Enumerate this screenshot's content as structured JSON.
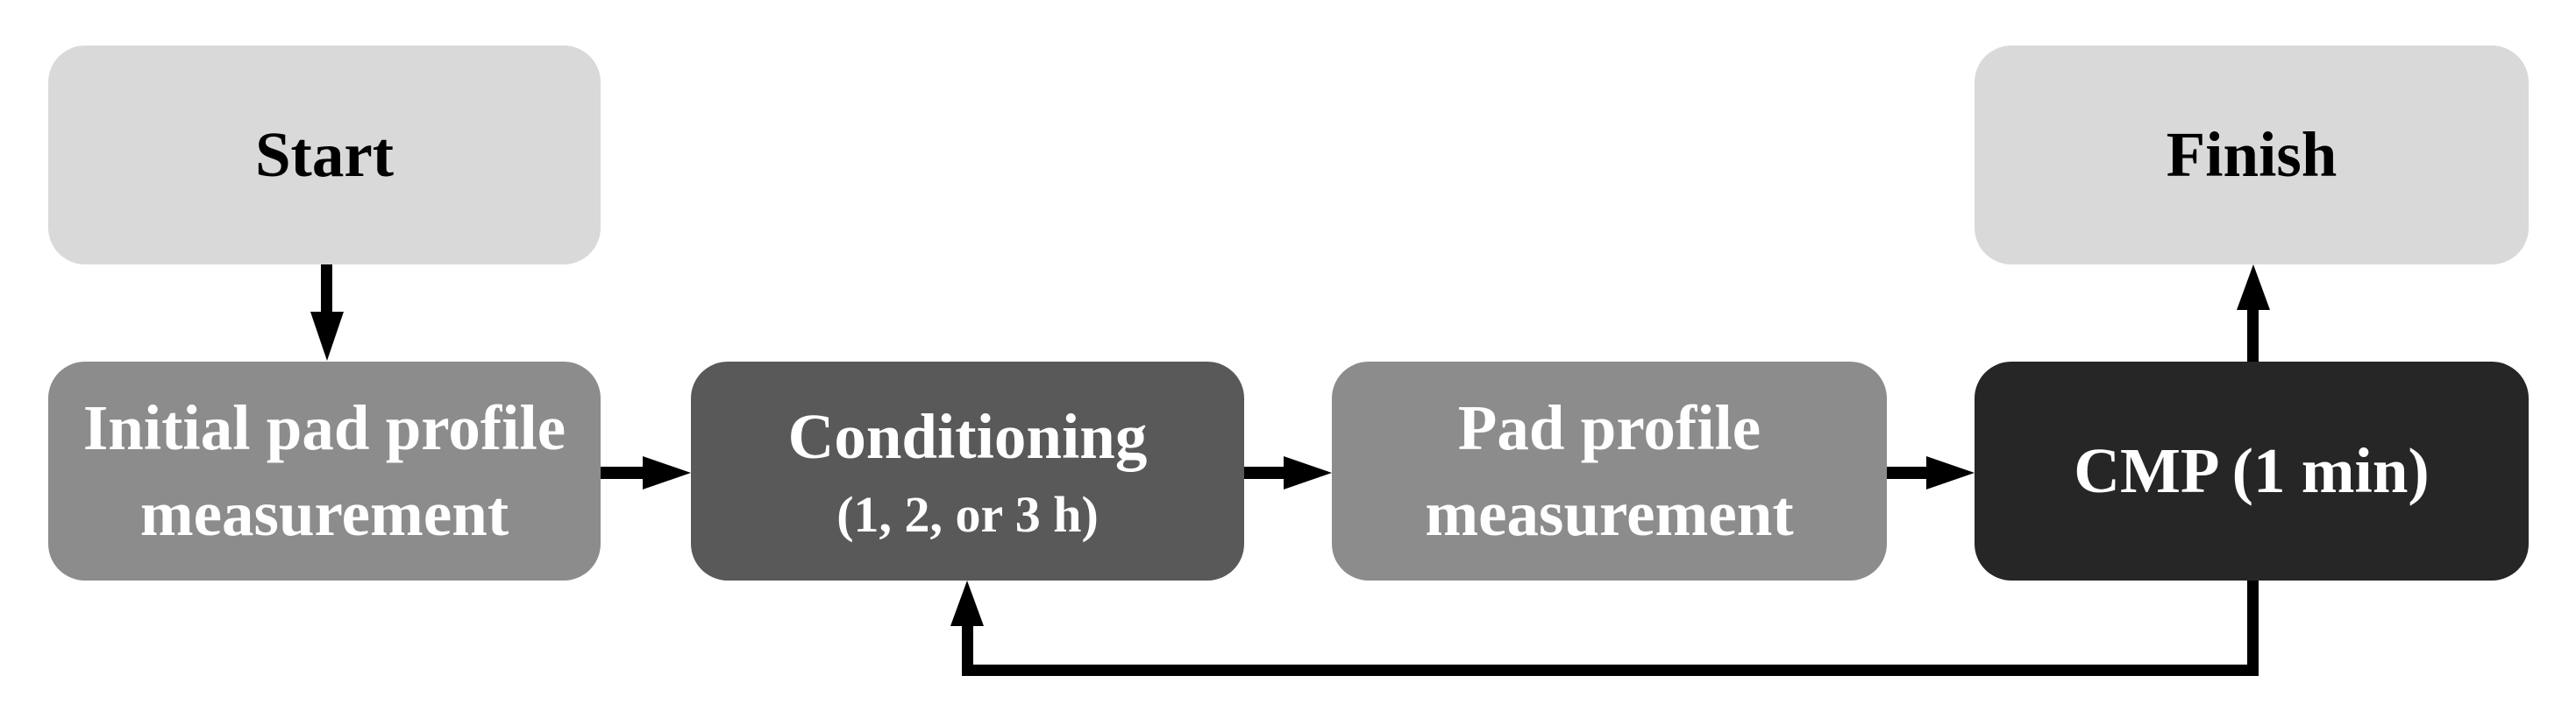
{
  "colors": {
    "background": "#ffffff",
    "terminal_fill": "#d9d9d9",
    "terminal_text": "#000000",
    "measurement_fill": "#8c8c8c",
    "conditioning_fill": "#595959",
    "cmp_fill": "#262626",
    "process_text": "#ffffff",
    "arrow": "#000000"
  },
  "nodes": {
    "start": {
      "label": "Start"
    },
    "initial_measurement": {
      "label": "Initial pad profile measurement"
    },
    "conditioning": {
      "label": "Conditioning",
      "duration_note": "(1, 2, or 3 h)"
    },
    "pad_measurement": {
      "label": "Pad profile measurement"
    },
    "cmp": {
      "label": "CMP (1 min)"
    },
    "finish": {
      "label": "Finish"
    }
  },
  "edges": [
    {
      "from": "start",
      "to": "initial_measurement",
      "direction": "down"
    },
    {
      "from": "initial_measurement",
      "to": "conditioning",
      "direction": "right"
    },
    {
      "from": "conditioning",
      "to": "pad_measurement",
      "direction": "right"
    },
    {
      "from": "pad_measurement",
      "to": "cmp",
      "direction": "right"
    },
    {
      "from": "cmp",
      "to": "finish",
      "direction": "up"
    },
    {
      "from": "cmp",
      "to": "conditioning",
      "direction": "loop-back-bottom"
    }
  ]
}
